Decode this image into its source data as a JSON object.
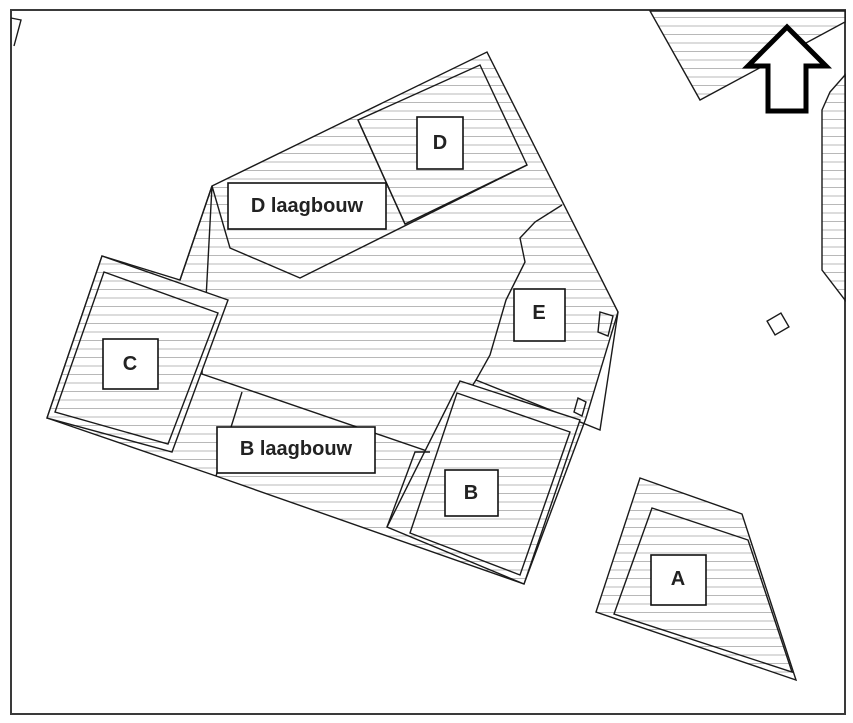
{
  "buildings": [
    {
      "id": "A",
      "label": "A"
    },
    {
      "id": "B",
      "label": "B"
    },
    {
      "id": "B-low",
      "label": "B laagbouw"
    },
    {
      "id": "C",
      "label": "C"
    },
    {
      "id": "D",
      "label": "D"
    },
    {
      "id": "D-low",
      "label": "D laagbouw"
    },
    {
      "id": "E",
      "label": "E"
    }
  ],
  "north_arrow": {
    "icon": "north-arrow-icon"
  },
  "colors": {
    "hatch": "#b8b8b8",
    "outline": "#1a1a1a",
    "frame": "#3a3a3a"
  }
}
